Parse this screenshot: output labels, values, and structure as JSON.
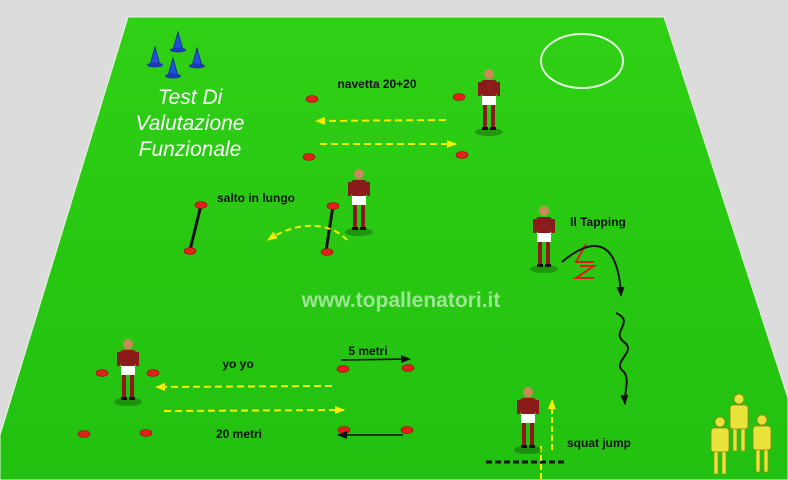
{
  "title": {
    "line1": "Test Di",
    "line2": "Valutazione",
    "line3": "Funzionale"
  },
  "watermark": "www.topallenatori.it",
  "stations": {
    "navetta": "navetta 20+20",
    "salto": "salto in lungo",
    "tapping": "Il Tapping",
    "yoyo": "yo yo",
    "five_m": "5 metri",
    "twenty_m": "20 metri",
    "squat": "squat jump"
  },
  "colors": {
    "field": "#27c811",
    "field_dark": "#1fb00c",
    "cone_red": "#e0201a",
    "cone_blue": "#1e50e6",
    "dash_yellow": "#f4f000",
    "player_shirt": "#8b1a1a",
    "mannequin": "#e8e23a"
  },
  "icons": [
    "player-icon",
    "cone-icon",
    "blue-cone-icon",
    "mannequin-icon",
    "arrow-icon",
    "ladder-icon",
    "center-circle"
  ]
}
